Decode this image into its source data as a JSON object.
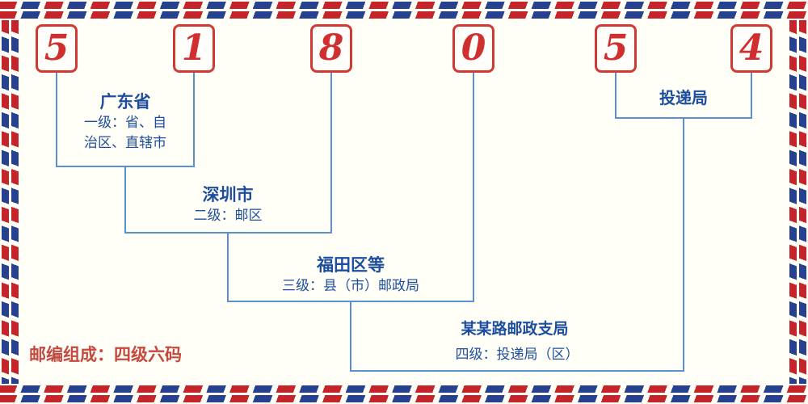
{
  "postal_code": {
    "digits": [
      "5",
      "1",
      "8",
      "0",
      "5",
      "4"
    ]
  },
  "levels": {
    "level1": {
      "name": "广东省",
      "desc_line1": "一级：省、自",
      "desc_line2": "治区、直辖市"
    },
    "level2": {
      "name": "深圳市",
      "desc": "二级：邮区"
    },
    "level3": {
      "name": "福田区等",
      "desc": "三级：县（市）邮政局"
    },
    "level4": {
      "name": "投递局",
      "branch": "某某路邮政支局",
      "desc": "四级：投递局（区）"
    }
  },
  "footer": {
    "composition": "邮编组成：四级六码"
  },
  "colors": {
    "digit_red": "#d02f2f",
    "box_border_red": "#cf3a33",
    "line_blue": "#5a8fd0",
    "text_blue": "#1d4e9e",
    "stripe_red": "#c5242b",
    "stripe_blue": "#26418f",
    "footer_red": "#c4493f",
    "background": "#fffef7"
  }
}
